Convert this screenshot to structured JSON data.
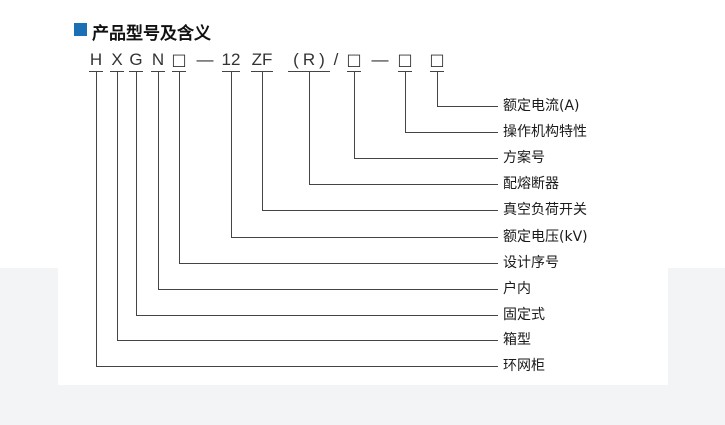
{
  "title": "产品型号及含义",
  "model_code": {
    "c1": "H",
    "c2": "X",
    "c3": "G",
    "c4": "N",
    "c5": "□",
    "c6": "—",
    "c7": "12",
    "c8": "ZF",
    "c9": "(",
    "c10": "R",
    "c11": ")",
    "c12": "/",
    "c13": "□",
    "c14": "—",
    "c15": "□",
    "c16": "□"
  },
  "meanings": [
    "额定电流(A)",
    "操作机构特性",
    "方案号",
    "配熔断器",
    "真空负荷开关",
    "额定电压(kV)",
    "设计序号",
    "户内",
    "固定式",
    "箱型",
    "环网柜"
  ],
  "colors": {
    "accent": "#1a6fb5",
    "line": "#444444"
  }
}
